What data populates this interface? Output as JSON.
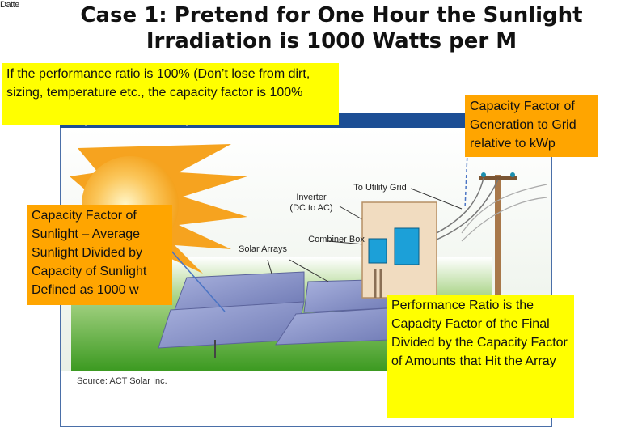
{
  "corner_text": "Datte",
  "title": {
    "line1": "Case 1: Pretend for One Hour the Sunlight",
    "line2": "Irradiation is 1000 Watts per M"
  },
  "frame_header": "Components of A Solar PV System",
  "diagram_labels": {
    "utility_grid": "To Utility Grid",
    "inverter_line1": "Inverter",
    "inverter_line2": "(DC to AC)",
    "combiner_box": "Combiner Box",
    "solar_arrays": "Solar Arrays"
  },
  "source": "Source: ACT Solar Inc.",
  "notes": {
    "performance_100": "If the performance ratio is 100% (Don’t lose from dirt, sizing, temperature etc., the capacity factor is 100%",
    "cf_grid": "Capacity Factor of Generation to Grid relative to kWp",
    "cf_sunlight": "Capacity Factor of Sunlight – Average Sunlight Divided by Capacity of Sunlight Defined as 1000 w",
    "performance_ratio": "Performance Ratio is the Capacity Factor of the Final Divided by the Capacity Factor of Amounts that Hit the Array"
  },
  "colors": {
    "yellow_note": "#ffff00",
    "orange_note": "#ffa500",
    "frame_border": "#4a6fa8",
    "panel": "#8b95c9",
    "grass": "#4da12a",
    "sun": "#f7a21b"
  }
}
